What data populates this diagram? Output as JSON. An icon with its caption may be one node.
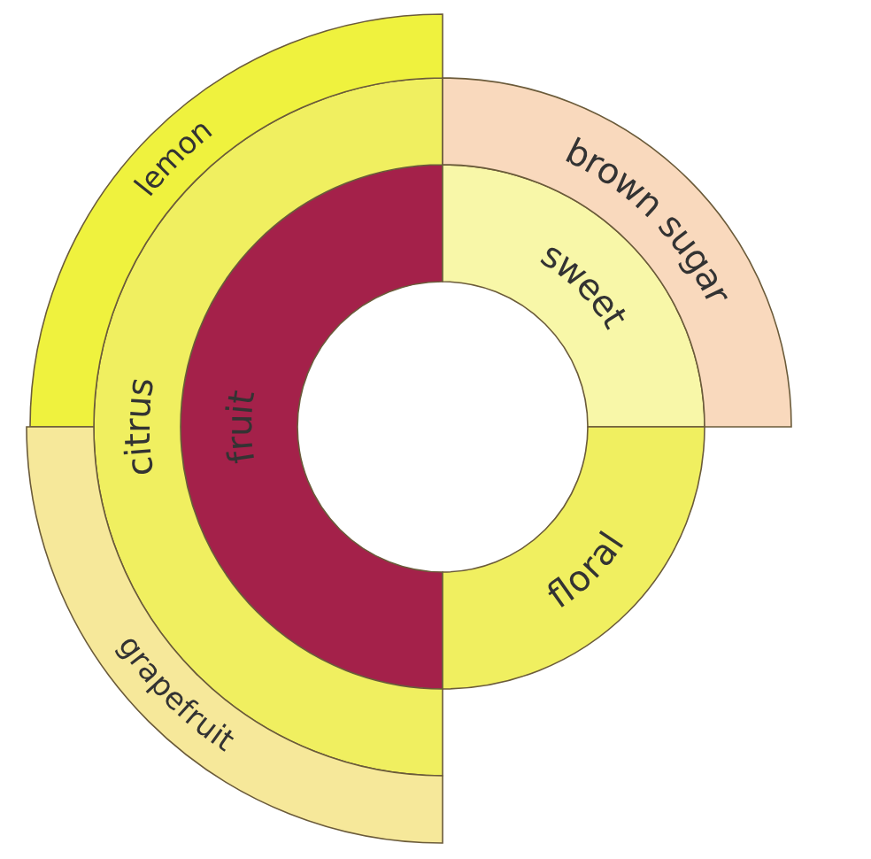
{
  "diagram": {
    "nodes": [
      {
        "text": [
          "fruit"
        ]
      },
      {
        "text": [
          "citrus"
        ]
      },
      {
        "text": [
          "lemon"
        ]
      },
      {
        "text": [
          "grapefruit"
        ]
      },
      {
        "text": [
          "sweet"
        ]
      },
      {
        "text": [
          "brown sugar"
        ]
      },
      {
        "text": [
          "floral"
        ]
      }
    ]
  }
}
